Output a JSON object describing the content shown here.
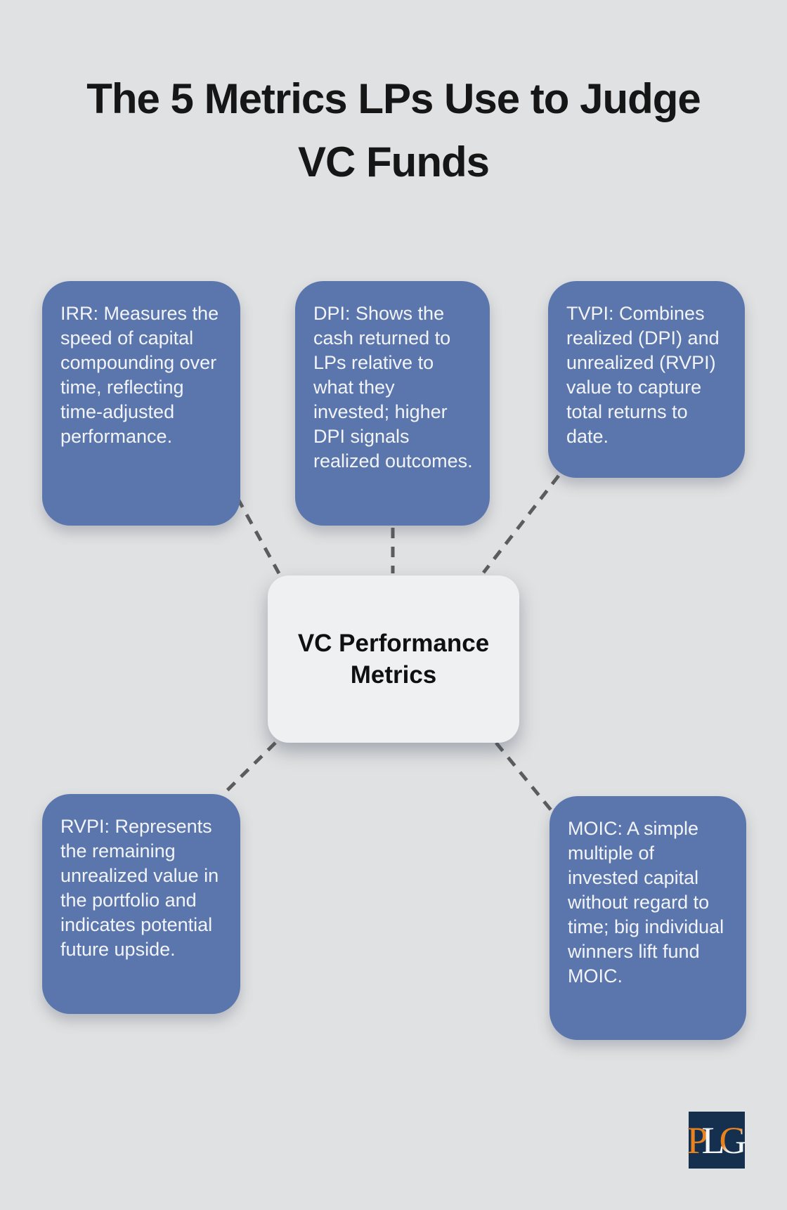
{
  "title": {
    "line1": "The 5 Metrics LPs Use to Judge",
    "line2": "VC Funds"
  },
  "center": {
    "label": "VC Performance Metrics"
  },
  "nodes": [
    {
      "id": "irr",
      "text": "IRR: Measures the speed of capital compounding over time, reflecting time-adjusted performance."
    },
    {
      "id": "dpi",
      "text": "DPI: Shows the cash returned to LPs relative to what they invested; higher DPI signals realized outcomes."
    },
    {
      "id": "tvpi",
      "text": "TVPI: Combines realized (DPI) and unrealized (RVPI) value to capture total returns to date."
    },
    {
      "id": "rvpi",
      "text": "RVPI: Represents the remaining unrealized value in the portfolio and indicates potential future upside."
    },
    {
      "id": "moic",
      "text": "MOIC: A simple multiple of invested capital without regard to time; big individual winners lift fund MOIC."
    }
  ],
  "logo": {
    "p": "P",
    "l": "L",
    "g": "G"
  },
  "colors": {
    "bg": "#e0e1e2",
    "node-blue": "#5b76ad",
    "node-text": "#f2f4f8",
    "center-bg": "#eef0f2",
    "dash": "#5c5c5c",
    "logo-navy": "#15304e",
    "logo-orange": "#e8821e"
  }
}
